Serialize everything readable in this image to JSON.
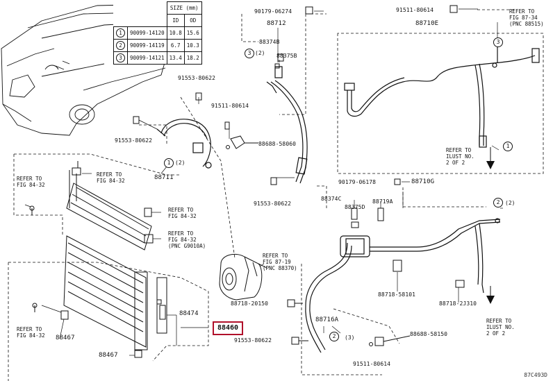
{
  "size_table": {
    "header": "SIZE (mm)",
    "col_id": "ID",
    "col_od": "OD",
    "rows": [
      {
        "ref": "1",
        "part": "90099-14120",
        "id": "10.8",
        "od": "15.6"
      },
      {
        "ref": "2",
        "part": "90099-14119",
        "id": "6.7",
        "od": "10.3"
      },
      {
        "ref": "3",
        "part": "90099-14121",
        "id": "13.4",
        "od": "18.2"
      }
    ]
  },
  "labels": {
    "p90179_06274": "90179-06274",
    "p88712": "88712",
    "p88374B": "88374B",
    "p88375B": "88375B",
    "p91553_80622_top": "91553-80622",
    "p91511_80614_mid": "91511-80614",
    "p88688_58060": "88688-58060",
    "p91553_80622_left": "91553-80622",
    "p88711": "88711",
    "p91553_80622_center": "91553-80622",
    "p91511_80614_top": "91511-80614",
    "p88710E": "88710E",
    "p90179_06178": "90179-06178",
    "p88710G": "88710G",
    "p88374C": "88374C",
    "p88375D": "88375D",
    "p88719A": "88719A",
    "p88718_20150": "88718-20150",
    "p88716A": "88716A",
    "p88718_58101": "88718-58101",
    "p88718_2J310": "88718-2J310",
    "p88688_58150": "88688-58150",
    "p91553_80622_bottom": "91553-80622",
    "p91511_80614_bottom": "91511-80614",
    "p88474": "88474",
    "p88460": "88460",
    "p88467_left": "88467",
    "p88467_bottom": "88467",
    "diagram_code": "87C493D"
  },
  "refs": {
    "fig8734": "REFER TO\nFIG 87-34\n(PNC 88515)",
    "ilust_top": "REFER TO\nILUST NO.\n2 OF 2",
    "fig8432_a": "REFER TO\nFIG 84-32",
    "fig8432_b": "REFER TO\nFIG 84-32",
    "fig8432_c": "REFER TO\nFIG 84-32",
    "fig8432_d": "REFER TO\nFIG 84-32\n(PNC G9010A)",
    "fig8719": "REFER TO\nFIG 87-19\n(PNC 88370)",
    "ilust_bottom": "REFER TO\nILUST NO.\n2 OF 2",
    "fig8432_e": "REFER TO\nFIG 84-32"
  },
  "callouts": {
    "c1": "1",
    "c2": "2",
    "c3": "3",
    "p2": "(2)",
    "p3": "(3)"
  },
  "highlight_color": "#b0102a"
}
